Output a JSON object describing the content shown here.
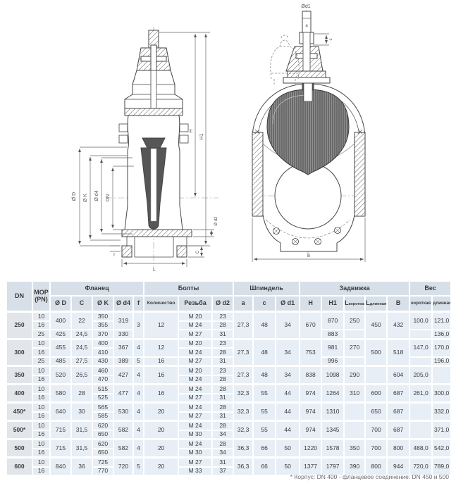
{
  "colors": {
    "header_bg": "#d7e0e8",
    "row_bg": "#e7eef5",
    "dn_col_bg": "#e2e5e9",
    "grid": "#ffffff",
    "line": "#454545",
    "wedge_dark": "#565656"
  },
  "drawings": {
    "section": {
      "labels": {
        "od": "Ø D",
        "ok": "Ø K",
        "od4": "Ø d4",
        "dn": "DN",
        "h": "H",
        "h1": "H1",
        "l": "L",
        "f": "f",
        "c": "C",
        "od2": "Ø d2"
      }
    },
    "front": {
      "labels": {
        "od1": "Ød1",
        "a": "a",
        "c": "c",
        "b": "B"
      }
    }
  },
  "table": {
    "header": {
      "dn": "DN",
      "pn_line1": "МОР",
      "pn_line2": "(PN)",
      "flange": {
        "label": "Фланец",
        "d": "Ø D",
        "c": "C",
        "k": "Ø K",
        "d4": "Ø d4",
        "f": "f"
      },
      "bolts": {
        "label": "Болты",
        "qty": "Количество",
        "thread": "Резьба",
        "d2": "Ø d2"
      },
      "spindle": {
        "label": "Шпиндель",
        "a": "a",
        "c": "c",
        "d1": "Ø d1"
      },
      "gate": {
        "label": "Задвижка",
        "h": "H",
        "h1": "H1",
        "l_short_main": "L",
        "l_short_sub": "короткая",
        "l_long_main": "L",
        "l_long_sub": "длинная",
        "b": "B"
      },
      "weight": {
        "label": "Вес",
        "short_col": "короткая",
        "long_col": "длинная"
      }
    },
    "body": [
      {
        "dn": "250",
        "rows": [
          [
            {
              "t": "10"
            },
            {
              "t": "400",
              "rs": 2
            },
            {
              "t": "22",
              "rs": 2
            },
            {
              "t": "350"
            },
            {
              "t": "319",
              "rs": 2
            },
            {
              "t": "3",
              "rs": 3
            },
            {
              "t": "12",
              "rs": 3
            },
            {
              "t": "M 20"
            },
            {
              "t": "23"
            },
            {
              "t": "27,3",
              "rs": 3
            },
            {
              "t": "48",
              "rs": 3
            },
            {
              "t": "34",
              "rs": 3
            },
            {
              "t": "670",
              "rs": 3
            },
            {
              "t": "870",
              "rs": 2
            },
            {
              "t": "250",
              "rs": 2
            },
            {
              "t": "450",
              "rs": 3
            },
            {
              "t": "432",
              "rs": 3
            },
            {
              "t": "100,0",
              "rs": 2
            },
            {
              "t": "121,0",
              "rs": 2
            }
          ],
          [
            {
              "t": "16"
            },
            {
              "t": "355"
            },
            {
              "t": "M 24"
            },
            {
              "t": "28"
            }
          ],
          [
            {
              "t": "25"
            },
            {
              "t": "425"
            },
            {
              "t": "24,5"
            },
            {
              "t": "370"
            },
            {
              "t": "330"
            },
            {
              "t": "M 27"
            },
            {
              "t": "31"
            },
            {
              "t": "883"
            },
            {
              "t": ""
            },
            {
              "t": ""
            },
            {
              "t": "136,0"
            }
          ]
        ]
      },
      {
        "dn": "300",
        "rows": [
          [
            {
              "t": "10"
            },
            {
              "t": "455",
              "rs": 2
            },
            {
              "t": "24,5",
              "rs": 2
            },
            {
              "t": "400"
            },
            {
              "t": "367",
              "rs": 2
            },
            {
              "t": "4",
              "rs": 2
            },
            {
              "t": "12",
              "rs": 2
            },
            {
              "t": "M 20"
            },
            {
              "t": "23"
            },
            {
              "t": "27,3",
              "rs": 3
            },
            {
              "t": "48",
              "rs": 3
            },
            {
              "t": "34",
              "rs": 3
            },
            {
              "t": "753",
              "rs": 3
            },
            {
              "t": "981",
              "rs": 2
            },
            {
              "t": "270",
              "rs": 2
            },
            {
              "t": "500",
              "rs": 3
            },
            {
              "t": "518",
              "rs": 3
            },
            {
              "t": "147,0",
              "rs": 2
            },
            {
              "t": "170,0",
              "rs": 2
            }
          ],
          [
            {
              "t": "16"
            },
            {
              "t": "410"
            },
            {
              "t": "M 24"
            },
            {
              "t": "28"
            }
          ],
          [
            {
              "t": "25"
            },
            {
              "t": "485"
            },
            {
              "t": "27,5"
            },
            {
              "t": "430"
            },
            {
              "t": "389"
            },
            {
              "t": "5"
            },
            {
              "t": "16"
            },
            {
              "t": "M 27"
            },
            {
              "t": "31"
            },
            {
              "t": "996"
            },
            {
              "t": ""
            },
            {
              "t": ""
            },
            {
              "t": "196,0"
            }
          ]
        ]
      },
      {
        "dn": "350",
        "rows": [
          [
            {
              "t": "10"
            },
            {
              "t": "520",
              "rs": 2
            },
            {
              "t": "26,5",
              "rs": 2
            },
            {
              "t": "460"
            },
            {
              "t": "427",
              "rs": 2
            },
            {
              "t": "4",
              "rs": 2
            },
            {
              "t": "16",
              "rs": 2
            },
            {
              "t": "M 20"
            },
            {
              "t": "23"
            },
            {
              "t": "27,3",
              "rs": 2
            },
            {
              "t": "48",
              "rs": 2
            },
            {
              "t": "34",
              "rs": 2
            },
            {
              "t": "838",
              "rs": 2
            },
            {
              "t": "1098",
              "rs": 2
            },
            {
              "t": "290",
              "rs": 2
            },
            {
              "t": "",
              "rs": 2
            },
            {
              "t": "604",
              "rs": 2
            },
            {
              "t": "205,0",
              "rs": 2
            },
            {
              "t": "",
              "rs": 2
            }
          ],
          [
            {
              "t": "16"
            },
            {
              "t": "470"
            },
            {
              "t": "M 24"
            },
            {
              "t": "28"
            }
          ]
        ]
      },
      {
        "dn": "400",
        "rows": [
          [
            {
              "t": "10"
            },
            {
              "t": "580",
              "rs": 2
            },
            {
              "t": "28",
              "rs": 2
            },
            {
              "t": "515"
            },
            {
              "t": "477",
              "rs": 2
            },
            {
              "t": "4",
              "rs": 2
            },
            {
              "t": "16",
              "rs": 2
            },
            {
              "t": "M 24"
            },
            {
              "t": "28"
            },
            {
              "t": "32,3",
              "rs": 2
            },
            {
              "t": "55",
              "rs": 2
            },
            {
              "t": "44",
              "rs": 2
            },
            {
              "t": "974",
              "rs": 2
            },
            {
              "t": "1264",
              "rs": 2
            },
            {
              "t": "310",
              "rs": 2
            },
            {
              "t": "600",
              "rs": 2
            },
            {
              "t": "687",
              "rs": 2
            },
            {
              "t": "261,0",
              "rs": 2
            },
            {
              "t": "300,0",
              "rs": 2
            }
          ],
          [
            {
              "t": "16"
            },
            {
              "t": "525"
            },
            {
              "t": "M 27"
            },
            {
              "t": "31"
            }
          ]
        ]
      },
      {
        "dn": "450*",
        "rows": [
          [
            {
              "t": "10"
            },
            {
              "t": "640",
              "rs": 2
            },
            {
              "t": "30",
              "rs": 2
            },
            {
              "t": "565"
            },
            {
              "t": "530",
              "rs": 2
            },
            {
              "t": "4",
              "rs": 2
            },
            {
              "t": "20",
              "rs": 2
            },
            {
              "t": "M 24"
            },
            {
              "t": "28"
            },
            {
              "t": "32,3",
              "rs": 2
            },
            {
              "t": "55",
              "rs": 2
            },
            {
              "t": "44",
              "rs": 2
            },
            {
              "t": "974",
              "rs": 2
            },
            {
              "t": "1310",
              "rs": 2
            },
            {
              "t": "",
              "rs": 2
            },
            {
              "t": "650",
              "rs": 2
            },
            {
              "t": "687",
              "rs": 2
            },
            {
              "t": "",
              "rs": 2
            },
            {
              "t": "332,0",
              "rs": 2
            }
          ],
          [
            {
              "t": "16"
            },
            {
              "t": "585"
            },
            {
              "t": "M 27"
            },
            {
              "t": "31"
            }
          ]
        ]
      },
      {
        "dn": "500*",
        "rows": [
          [
            {
              "t": "10"
            },
            {
              "t": "715",
              "rs": 2
            },
            {
              "t": "31,5",
              "rs": 2
            },
            {
              "t": "620"
            },
            {
              "t": "582",
              "rs": 2
            },
            {
              "t": "4",
              "rs": 2
            },
            {
              "t": "20",
              "rs": 2
            },
            {
              "t": "M 24"
            },
            {
              "t": "28"
            },
            {
              "t": "32,3",
              "rs": 2
            },
            {
              "t": "55",
              "rs": 2
            },
            {
              "t": "44",
              "rs": 2
            },
            {
              "t": "974",
              "rs": 2
            },
            {
              "t": "1345",
              "rs": 2
            },
            {
              "t": "",
              "rs": 2
            },
            {
              "t": "700",
              "rs": 2
            },
            {
              "t": "687",
              "rs": 2
            },
            {
              "t": "",
              "rs": 2
            },
            {
              "t": "371,0",
              "rs": 2
            }
          ],
          [
            {
              "t": "16"
            },
            {
              "t": "650"
            },
            {
              "t": "M 30"
            },
            {
              "t": "34"
            }
          ]
        ]
      },
      {
        "dn": "500",
        "rows": [
          [
            {
              "t": "10"
            },
            {
              "t": "715",
              "rs": 2
            },
            {
              "t": "31,5",
              "rs": 2
            },
            {
              "t": "620"
            },
            {
              "t": "582",
              "rs": 2
            },
            {
              "t": "4",
              "rs": 2
            },
            {
              "t": "20",
              "rs": 2
            },
            {
              "t": "M 24"
            },
            {
              "t": "28"
            },
            {
              "t": "36,3",
              "rs": 2
            },
            {
              "t": "66",
              "rs": 2
            },
            {
              "t": "50",
              "rs": 2
            },
            {
              "t": "1220",
              "rs": 2
            },
            {
              "t": "1578",
              "rs": 2
            },
            {
              "t": "350",
              "rs": 2
            },
            {
              "t": "700",
              "rs": 2
            },
            {
              "t": "800",
              "rs": 2
            },
            {
              "t": "488,0",
              "rs": 2
            },
            {
              "t": "542,0",
              "rs": 2
            }
          ],
          [
            {
              "t": "16"
            },
            {
              "t": "650"
            },
            {
              "t": "M 30"
            },
            {
              "t": "34"
            }
          ]
        ]
      },
      {
        "dn": "600",
        "rows": [
          [
            {
              "t": "10"
            },
            {
              "t": "840",
              "rs": 2
            },
            {
              "t": "36",
              "rs": 2
            },
            {
              "t": "725"
            },
            {
              "t": "720",
              "rs": 2
            },
            {
              "t": "5",
              "rs": 2
            },
            {
              "t": "20",
              "rs": 2
            },
            {
              "t": "M 27"
            },
            {
              "t": "31"
            },
            {
              "t": "36,3",
              "rs": 2
            },
            {
              "t": "66",
              "rs": 2
            },
            {
              "t": "50",
              "rs": 2
            },
            {
              "t": "1377",
              "rs": 2
            },
            {
              "t": "1797",
              "rs": 2
            },
            {
              "t": "390",
              "rs": 2
            },
            {
              "t": "800",
              "rs": 2
            },
            {
              "t": "944",
              "rs": 2
            },
            {
              "t": "720,0",
              "rs": 2
            },
            {
              "t": "789,0",
              "rs": 2
            }
          ],
          [
            {
              "t": "16"
            },
            {
              "t": "770"
            },
            {
              "t": "M 33"
            },
            {
              "t": "37"
            }
          ]
        ]
      }
    ],
    "footnote": "* Корпус: DN 400 - фланцевое соединение: DN 450 и 500"
  }
}
